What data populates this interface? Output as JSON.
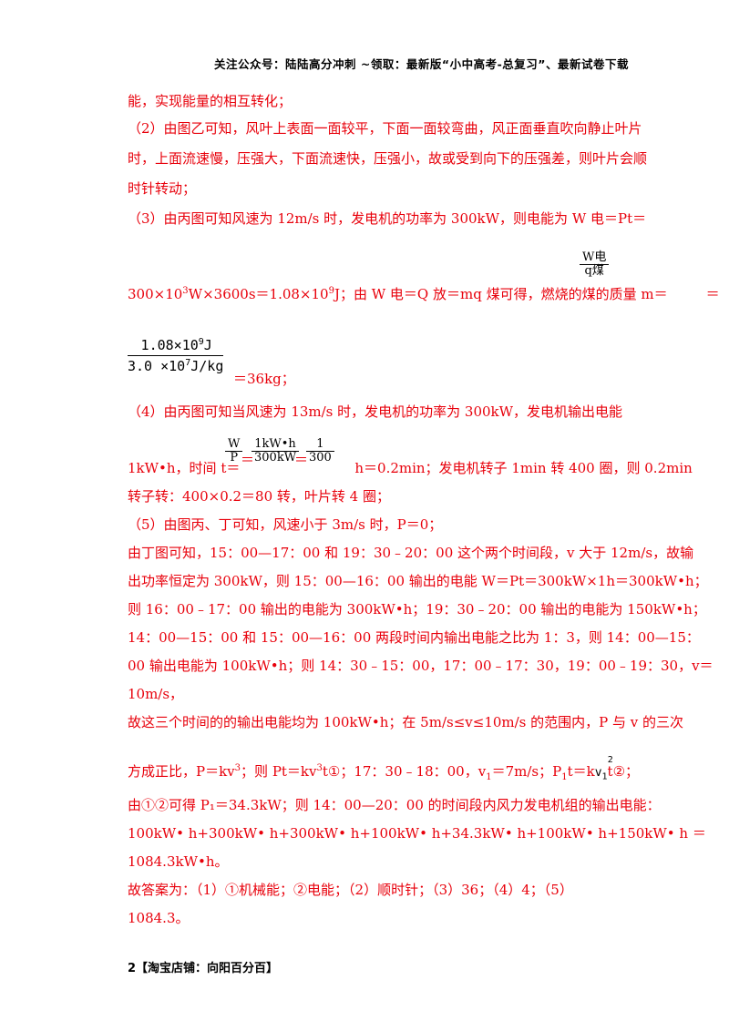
{
  "header": "关注公众号：陆陆高分冲刺  ~领取：最新版“小中高考-总复习”、最新试卷下载",
  "lines": {
    "l1": "能，实现能量的相互转化；",
    "l2": "（2）由图乙可知，风叶上表面一面较平，下面一面较弯曲，风正面垂直吹向静止叶片",
    "l3": "时，上面流速慢，压强大，下面流速快，压强小，故或受到向下的压强差，则叶片会顺",
    "l4": "时针转动；",
    "l5": "（3）由丙图可知风速为 12m/s 时，发电机的功率为 300kW，则电能为 W 电＝Pt＝",
    "l6a": "300×10",
    "l6b": "W×3600s＝1.08×10",
    "l6c": "J；由 W 电＝Q 放＝mq 煤可得，燃烧的煤的质量 m＝",
    "l6d": "＝",
    "l7": "＝36kg；",
    "l8": "（4）由丙图可知当风速为 13m/s 时，发电机的功率为 300kW，发电机输出电能",
    "l9a": "1kW•h，时间 t＝",
    "l9b": "h＝0.2min；发电机转子 1min 转 400 圈，则 0.2min",
    "l10": "转子转：400×0.2＝80 转，叶片转 4 圈；",
    "l11": "（5）由图丙、丁可知，风速小于 3m/s 时，P＝0；",
    "l12": "由丁图可知，15：00—17：00 和 19：30﹣20：00 这个两个时间段，v 大于 12m/s，故输",
    "l13": "出功率恒定为 300kW，则 15：00—16：00 输出的电能 W＝Pt＝300kW×1h＝300kW•h；",
    "l14": "则 16：00﹣17：00 输出的电能为 300kW•h；19：30﹣20：00 输出的电能为 150kW•h；",
    "l15": "14：00—15：00 和 15：00—16：00 两段时间内输出电能之比为 1：3，则 14：00—15：",
    "l16": "00 输出电能为 100kW•h；则 14：30﹣15：00，17：00﹣17：30，19：00﹣19：30，v＝",
    "l17": "10m/s，",
    "l18": "故这三个时间的的输出电能均为 100kW•h；在 5m/s≤v≤10m/s 的范围内，P 与 v 的三次",
    "l19a": "方成正比，P＝kv",
    "l19b": "；则 Pt＝kv",
    "l19c": "t①；17：30﹣18：00，v",
    "l19d": "＝7m/s；P",
    "l19e": "t＝k",
    "l19f": "t②；",
    "l20": "由①②可得 P₁＝34.3kW；则 14：00—20：00 的时间段内风力发电机组的输出电能：",
    "l21": "100kW• h+300kW• h+300kW• h+100kW• h+34.3kW• h+100kW• h+150kW• h ＝",
    "l22": "1084.3kW•h。",
    "l23": "故答案为：（1）①机械能；②电能；（2）顺时针；（3）36；（4）4；（5）",
    "l24": "1084.3。"
  },
  "sup": {
    "three": "3",
    "nine": "9",
    "seven": "7",
    "two": "2",
    "one": "1"
  },
  "fractions": {
    "coal_num": "W电",
    "coal_den": "q煤",
    "mass_num": "1.08×10",
    "mass_num_exp": "9",
    "mass_num_unit": "J",
    "mass_den": "3.0 ×10",
    "mass_den_exp": "7",
    "mass_den_unit": "J/kg",
    "t1_num": "W",
    "t1_den": "P",
    "t2_num": "1kW•h",
    "t2_den": "300kW",
    "t3_num": "1",
    "t3_den": "300",
    "eq": "＝"
  },
  "footer": "2【淘宝店铺：向阳百分百】"
}
